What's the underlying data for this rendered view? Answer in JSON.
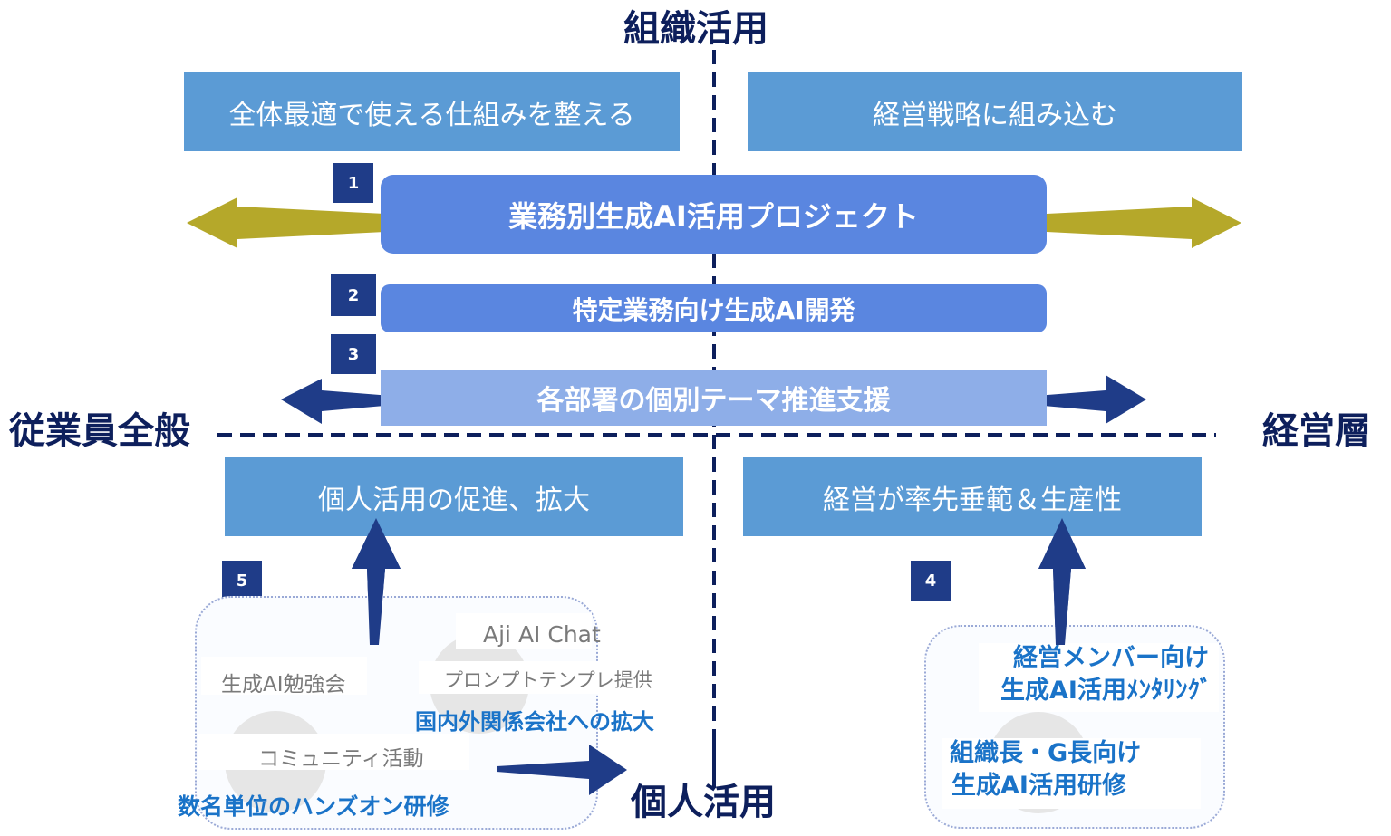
{
  "axes": {
    "top": "組織活用",
    "bottom": "個人活用",
    "left": "従業員全般",
    "right": "経営層"
  },
  "goals": {
    "top_left": "全体最適で使える仕組みを整える",
    "top_right": "経営戦略に組み込む",
    "bottom_left": "個人活用の促進、拡大",
    "bottom_right": "経営が率先垂範＆生産性"
  },
  "initiatives": [
    {
      "number": "1",
      "label": "業務別生成AI活用プロジェクト"
    },
    {
      "number": "2",
      "label": "特定業務向け生成AI開発"
    },
    {
      "number": "3",
      "label": "各部署の個別テーマ推進支援"
    },
    {
      "number": "4",
      "label": ""
    },
    {
      "number": "5",
      "label": ""
    }
  ],
  "cluster_5": {
    "items_gray": [
      "Aji AI Chat",
      "生成AI勉強会",
      "プロンプトテンプレ提供",
      "コミュニティ活動"
    ],
    "items_blue": [
      "国内外関係会社への拡大",
      "数名単位のハンズオン研修"
    ]
  },
  "cluster_4": {
    "items_blue": [
      [
        "経営メンバー向け",
        "生成AI活用ﾒﾝﾀﾘﾝｸﾞ"
      ],
      [
        "組織長・G長向け",
        "生成AI活用研修"
      ]
    ]
  },
  "colors": {
    "axis_text": "#0d1f5c",
    "goal_box": "#5b9bd5",
    "bar_primary": "#5a86e0",
    "bar_light": "#8eaee8",
    "badge": "#1f3c88",
    "olive_arrow": "#b5a82a",
    "navy_arrow": "#1f3c88",
    "blue_text": "#1a73c8",
    "gray_text": "#7a7a7a"
  }
}
